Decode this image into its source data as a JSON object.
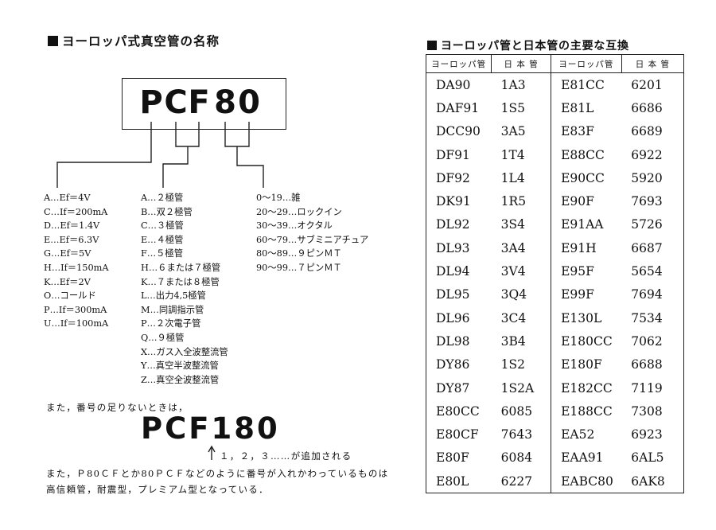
{
  "left": {
    "title": "ヨーロッパ式真空管の名称",
    "code_chars": [
      "P",
      "C",
      "F",
      "8",
      "0"
    ],
    "heater_codes": [
      "A…Ef＝4V",
      "C…If＝200mA",
      "D…Ef＝1.4V",
      "E…Ef＝6.3V",
      "G…Ef＝5V",
      "H…If＝150mA",
      "K…Ef＝2V",
      "O…コールド",
      "P…If＝300mA",
      "U…If＝100mA"
    ],
    "type_codes": [
      "A…２極管",
      "B…双２極管",
      "C…３極管",
      "E…４極管",
      "F…５極管",
      "H…６または７極管",
      "K…７または８極管",
      "L…出力4,5極管",
      "M…同調指示管",
      "P…２次電子管",
      "Q…９極管",
      "X…ガス入全波整流管",
      "Y…真空半波整流管",
      "Z…真空全波整流管"
    ],
    "number_codes": [
      "0～19…雑",
      "20～29…ロックイン",
      "30～39…オクタル",
      "60～79…サブミニアチュア",
      "80～89…９ピンＭＴ",
      "90～99…７ピンＭＴ"
    ],
    "note1": "また，番号の足りないときは，",
    "big_code": "PCF180",
    "arrow_note": "１，２，３……が追加される",
    "note2_line1": "また，Ｐ80ＣＦとか80ＰＣＦなどのように番号が入れかわっているものは",
    "note2_line2": "高信頼管，耐震型，プレミアム型となっている．"
  },
  "right": {
    "title": "ヨーロッパ管と日本管の主要な互換",
    "headers": [
      "ヨーロッパ管",
      "日 本 管",
      "ヨーロッパ管",
      "日 本 管"
    ],
    "rows": [
      [
        "DA90",
        "1A3",
        "E81CC",
        "6201"
      ],
      [
        "DAF91",
        "1S5",
        "E81L",
        "6686"
      ],
      [
        "DCC90",
        "3A5",
        "E83F",
        "6689"
      ],
      [
        "DF91",
        "1T4",
        "E88CC",
        "6922"
      ],
      [
        "DF92",
        "1L4",
        "E90CC",
        "5920"
      ],
      [
        "DK91",
        "1R5",
        "E90F",
        "7693"
      ],
      [
        "DL92",
        "3S4",
        "E91AA",
        "5726"
      ],
      [
        "DL93",
        "3A4",
        "E91H",
        "6687"
      ],
      [
        "DL94",
        "3V4",
        "E95F",
        "5654"
      ],
      [
        "DL95",
        "3Q4",
        "E99F",
        "7694"
      ],
      [
        "DL96",
        "3C4",
        "E130L",
        "7534"
      ],
      [
        "DL98",
        "3B4",
        "E180CC",
        "7062"
      ],
      [
        "DY86",
        "1S2",
        "E180F",
        "6688"
      ],
      [
        "DY87",
        "1S2A",
        "E182CC",
        "7119"
      ],
      [
        "E80CC",
        "6085",
        "E188CC",
        "7308"
      ],
      [
        "E80CF",
        "7643",
        "EA52",
        "6923"
      ],
      [
        "E80F",
        "6084",
        "EAA91",
        "6AL5"
      ],
      [
        "E80L",
        "6227",
        "EABC80",
        "6AK8"
      ]
    ]
  }
}
